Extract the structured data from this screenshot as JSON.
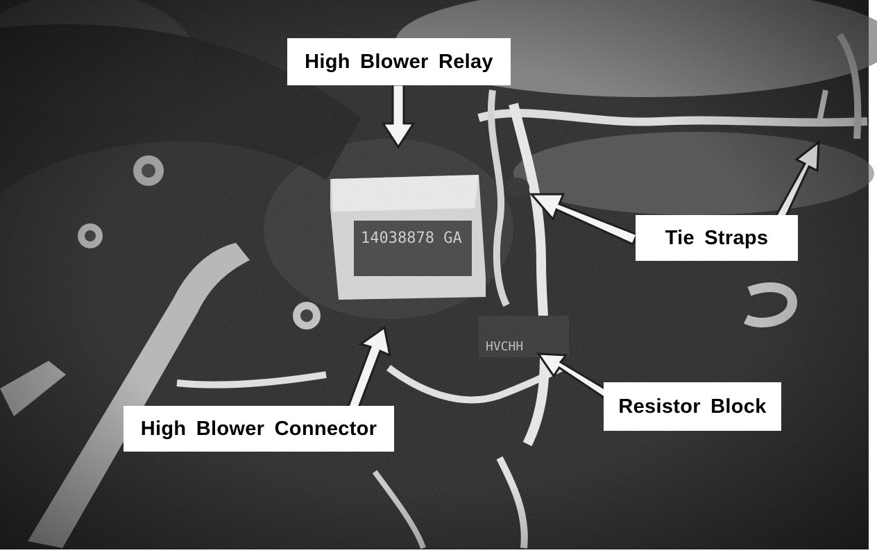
{
  "photo": {
    "description_icon": "automotive-engine-bay-photo"
  },
  "callouts": {
    "high_blower_relay": "High Blower Relay",
    "tie_straps": "Tie Straps",
    "resistor_block": "Resistor Block",
    "high_blower_connector": "High Blower Connector"
  },
  "colors": {
    "label_background": "#ffffff",
    "label_text": "#000000",
    "photo_dark": "#1a1a1a",
    "photo_light": "#e8e8e8"
  }
}
